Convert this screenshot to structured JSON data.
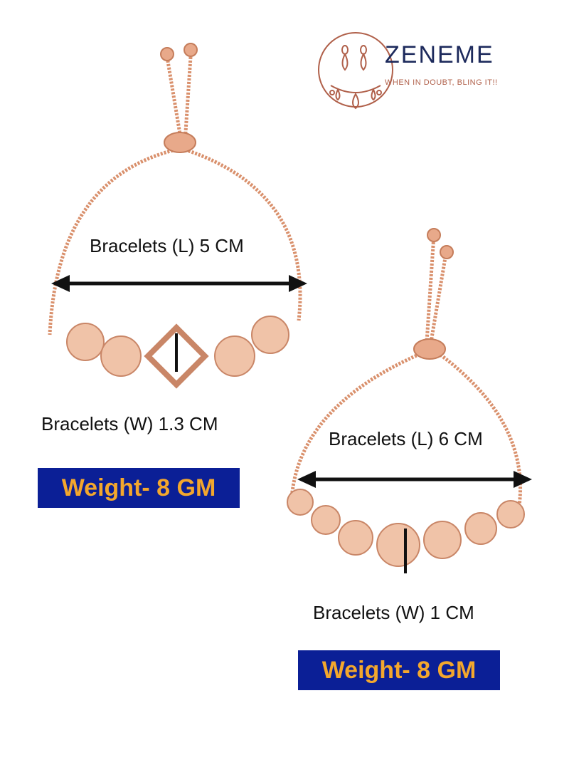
{
  "brand": {
    "name": "ZENEME",
    "tagline": "WHEN IN DOUBT, BLING IT!!",
    "accent": "#b0604a",
    "name_color": "#1d2a5c",
    "logo_icon": "earring-drops-icon"
  },
  "bracelet_1": {
    "length_label": "Bracelets (L) 5 CM",
    "width_label": "Bracelets (W) 1.3 CM",
    "weight_label": "Weight- 8 GM"
  },
  "bracelet_2": {
    "length_label": "Bracelets (L) 6 CM",
    "width_label": "Bracelets (W) 1 CM",
    "weight_label": "Weight- 8 GM"
  },
  "colors": {
    "rose_gold": "#e8a98a",
    "weight_bg": "#0b1f96",
    "weight_text": "#f3a72d"
  }
}
